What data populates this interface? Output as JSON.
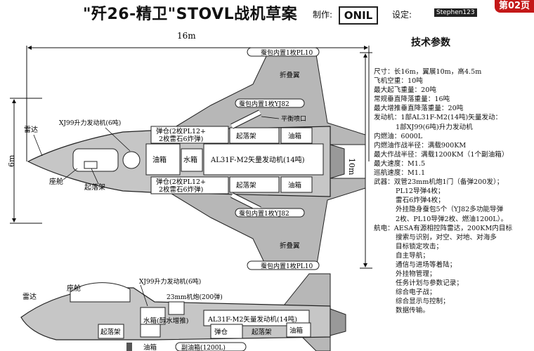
{
  "header": {
    "title": "\"歼26-精卫\"STOVL战机草案",
    "made_by_label": "制作:",
    "designer_label": "设定:",
    "logo_text": "ONIL",
    "designer_logo": "Stephen123",
    "page_label": "第02页"
  },
  "dimensions": {
    "length": "16m",
    "height": "6m",
    "span": "10m"
  },
  "top_view_labels": {
    "pod_top": "蚕包内置1枚PL10",
    "folding_wing_top": "折叠翼",
    "pod_yj82_top": "蚕包内置1枚YJ82",
    "balance_nozzle": "平衡喷口",
    "lift_engine": "XJ99升力发动机(6吨)",
    "radar": "雷达",
    "bay_upper": "弹仓(2枚PL12+\n2枚雷石6炸弹)",
    "landing_gear_upper": "起落架",
    "fuel_tank_upper": "油箱",
    "fuel_tank_left": "油箱",
    "water_tank": "水箱",
    "main_engine": "AL31F-M2矢量发动机(14吨)",
    "cockpit": "座舱",
    "nose_gear": "起落架",
    "bay_lower": "弹仓(2枚PL12+\n2枚雷石6炸弹)",
    "landing_gear_lower": "起落架",
    "fuel_tank_lower": "油箱",
    "pod_yj82_bottom": "蚕包内置1枚YJ82",
    "folding_wing_bottom": "折叠翼",
    "pod_bottom": "蚕包内置1枚PL10"
  },
  "side_view_labels": {
    "radar": "雷达",
    "cockpit": "座舱",
    "lift_engine": "XJ99升力发动机(6吨)",
    "cannon": "23mm机炮(200弹)",
    "water_tank": "水箱(醇水增推)",
    "main_engine": "AL31F-M2矢量发动机(14吨)",
    "landing_gear_left": "起落架",
    "landing_gear_mid": "起落架",
    "bay": "弹仓",
    "fuel_tank": "油箱",
    "fuel_tank_low": "油箱",
    "sub_fuel": "副油箱(1200L)"
  },
  "specs": {
    "title": "技术参数",
    "lines": [
      {
        "text": "尺寸：长16m，翼展10m，高4.5m",
        "indent": false
      },
      {
        "text": "飞机空重：10吨",
        "indent": false
      },
      {
        "text": "最大起飞重量：20吨",
        "indent": false
      },
      {
        "text": "常规垂直降落重量：16吨",
        "indent": false
      },
      {
        "text": "最大增推垂直降落重量：20吨",
        "indent": false
      },
      {
        "text": "发动机：1部AL31F-M2(14吨)矢量发动：",
        "indent": false
      },
      {
        "text": "1部XJ99(6吨)升力发动机",
        "indent": true
      },
      {
        "text": "内燃油：6000L",
        "indent": false
      },
      {
        "text": "内燃油作战半径：满载900KM",
        "indent": false
      },
      {
        "text": "最大作战半径：满载1200KM（1个副油箱）",
        "indent": false
      },
      {
        "text": "最大速度：M1.5",
        "indent": false
      },
      {
        "text": "巡航速度：M1.1",
        "indent": false
      },
      {
        "text": "武器：双管23mm机炮1门（备弹200发）；",
        "indent": false
      },
      {
        "text": "PL12导弹4枚；",
        "indent": true
      },
      {
        "text": "雷石6炸弹4枚；",
        "indent": true
      },
      {
        "text": "外挂隐身蚕包5个（YJ82多功能导弹",
        "indent": true
      },
      {
        "text": "2枚、PL10导弹2枚、燃油1200L）。",
        "indent": true
      },
      {
        "text": "航电：AESA有源相控阵雷达，200KM内目标",
        "indent": false
      },
      {
        "text": "搜索与识别，对空、对地、对海多",
        "indent": true
      },
      {
        "text": "目标锁定攻击；",
        "indent": true
      },
      {
        "text": "自主导航；",
        "indent": true
      },
      {
        "text": "通信与进场等着陆；",
        "indent": true
      },
      {
        "text": "外挂物管理；",
        "indent": true
      },
      {
        "text": "任务计划与参数记录；",
        "indent": true
      },
      {
        "text": "综合电子战；",
        "indent": true
      },
      {
        "text": "综合显示与控制；",
        "indent": true
      },
      {
        "text": "数据传输。",
        "indent": true
      }
    ]
  }
}
